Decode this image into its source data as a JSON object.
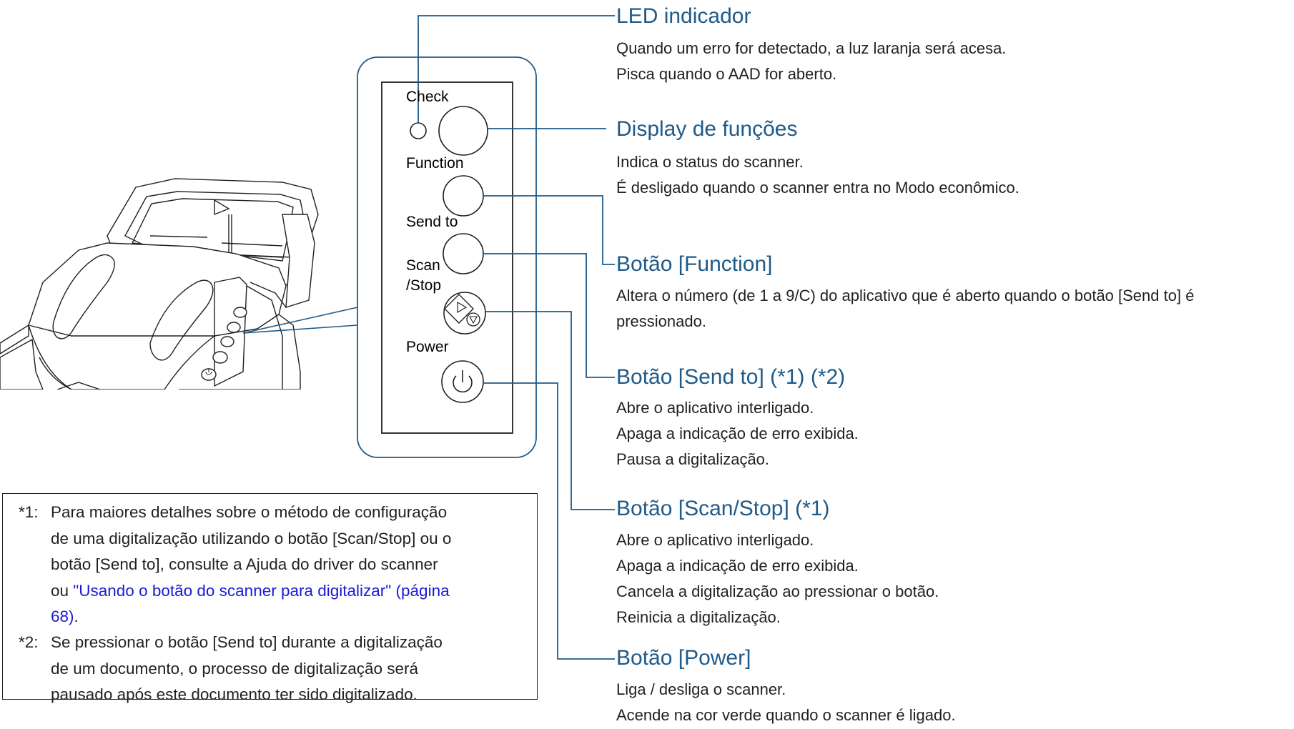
{
  "colors": {
    "heading": "#1f5a88",
    "leader_line": "#1f5a88",
    "link": "#1a1ad6",
    "text": "#231f20"
  },
  "panel": {
    "labels": {
      "check": "Check",
      "function": "Function",
      "send_to": "Send to",
      "scan": "Scan",
      "stop": "/Stop",
      "power": "Power"
    },
    "icons": [
      "led-indicator-icon",
      "function-display-icon",
      "function-button-icon",
      "send-to-button-icon",
      "scan-stop-button-icon",
      "power-button-icon"
    ]
  },
  "callouts": [
    {
      "title": "LED indicador",
      "lines": [
        "Quando um erro for detectado, a luz laranja será acesa.",
        "Pisca quando o AAD for aberto."
      ]
    },
    {
      "title": "Display de funções",
      "lines": [
        "Indica o status do scanner.",
        "É desligado quando o scanner entra no Modo econômico."
      ]
    },
    {
      "title": "Botão [Function]",
      "lines": [
        "Altera o número (de 1 a 9/C) do aplicativo que é aberto quando o botão [Send to] é",
        "pressionado."
      ]
    },
    {
      "title": "Botão [Send to] (*1) (*2)",
      "lines": [
        "Abre o aplicativo interligado.",
        "Apaga a indicação de erro exibida.",
        "Pausa a digitalização."
      ]
    },
    {
      "title": "Botão [Scan/Stop] (*1)",
      "lines": [
        "Abre o aplicativo interligado.",
        "Apaga a indicação de erro exibida.",
        "Cancela a digitalização ao pressionar o botão.",
        "Reinicia a digitalização."
      ]
    },
    {
      "title": "Botão [Power]",
      "lines": [
        "Liga / desliga o scanner.",
        "Acende na cor verde quando o scanner é ligado."
      ]
    }
  ],
  "notes": {
    "n1": {
      "marker": "*1:",
      "line1": "Para maiores detalhes sobre o método de configuração",
      "line2": "de uma digitalização utilizando o botão [Scan/Stop] ou o",
      "line3": "botão [Send to], consulte a Ajuda do driver do scanner",
      "line4_pre": "ou ",
      "link_part1": "\"Usando o botão do scanner para digitalizar\" (página",
      "link_part2": "68)",
      "line5_post": "."
    },
    "n2": {
      "marker": "*2:",
      "line1": "Se pressionar o botão [Send to] durante a digitalização",
      "line2": "de um documento, o processo de digitalização será",
      "line3": "pausado após este documento ter sido digitalizado."
    }
  }
}
